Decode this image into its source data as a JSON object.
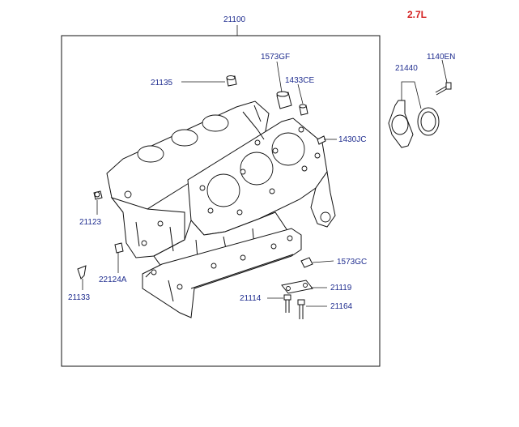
{
  "engine_variant": "2.7L",
  "assembly_label": "21100",
  "callouts": [
    {
      "id": "21135",
      "label": "21135"
    },
    {
      "id": "1573GF",
      "label": "1573GF"
    },
    {
      "id": "1433CE",
      "label": "1433CE"
    },
    {
      "id": "1430JC",
      "label": "1430JC"
    },
    {
      "id": "21440",
      "label": "21440"
    },
    {
      "id": "1140EN",
      "label": "1140EN"
    },
    {
      "id": "21123",
      "label": "21123"
    },
    {
      "id": "22124A",
      "label": "22124A"
    },
    {
      "id": "21133",
      "label": "21133"
    },
    {
      "id": "1573GC",
      "label": "1573GC"
    },
    {
      "id": "21119",
      "label": "21119"
    },
    {
      "id": "21114",
      "label": "21114"
    },
    {
      "id": "21164",
      "label": "21164"
    }
  ],
  "colors": {
    "label_text": "#1f2d8f",
    "variant_text": "#d42020",
    "line": "#111111",
    "background": "#ffffff"
  }
}
